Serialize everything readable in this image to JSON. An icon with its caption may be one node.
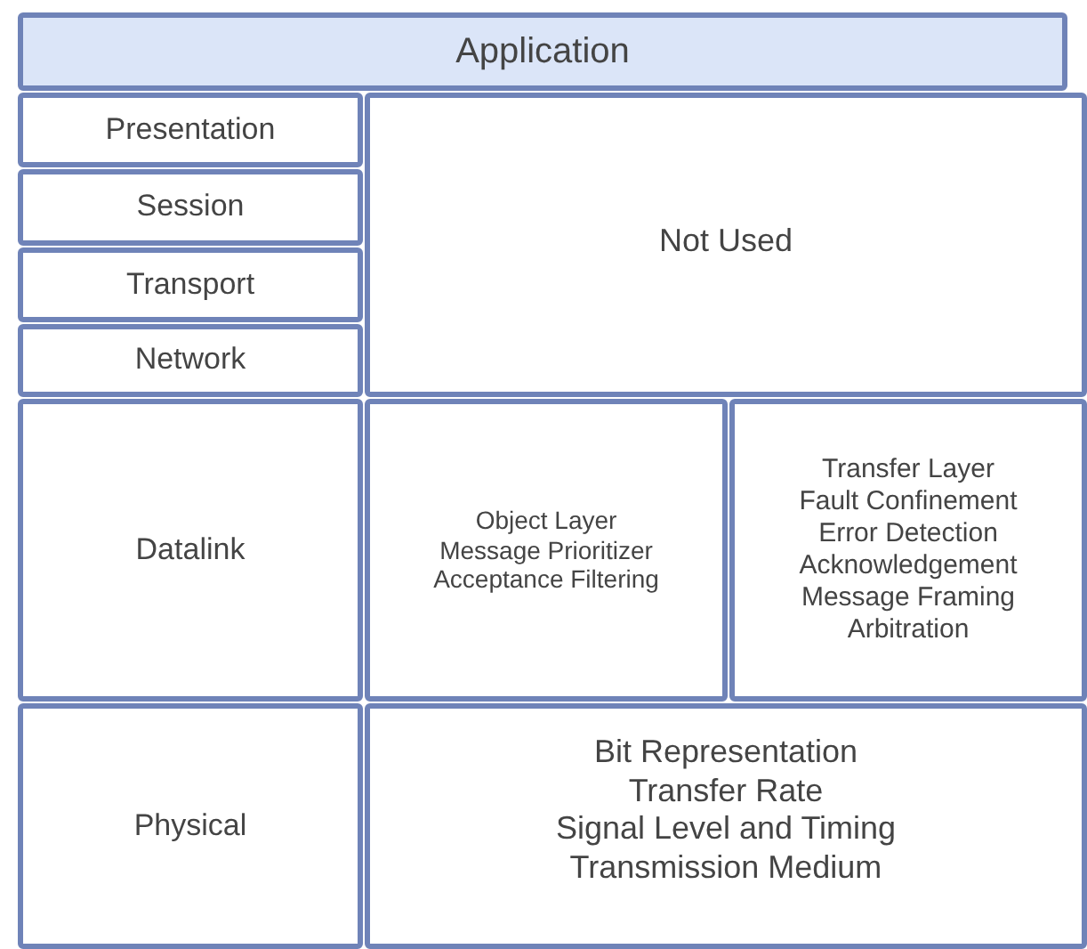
{
  "diagram": {
    "nodes": [
      {
        "text": [
          "Application"
        ]
      },
      {
        "text": [
          "Presentation"
        ]
      },
      {
        "text": [
          "Session"
        ]
      },
      {
        "text": [
          "Transport"
        ]
      },
      {
        "text": [
          "Network"
        ]
      },
      {
        "text": [
          "Not Used"
        ]
      },
      {
        "text": [
          "Datalink"
        ]
      },
      {
        "text": [
          "Object Layer",
          "Message Prioritizer",
          "Acceptance Filtering"
        ]
      },
      {
        "text": [
          "Transfer Layer",
          "Fault Confinement",
          "Error Detection",
          "Acknowledgement",
          "Message Framing",
          "Arbitration"
        ]
      },
      {
        "text": [
          "Physical"
        ]
      },
      {
        "text": [
          "Bit Representation",
          "Transfer Rate",
          "Signal Level and Timing",
          "Transmission Medium"
        ]
      }
    ]
  }
}
